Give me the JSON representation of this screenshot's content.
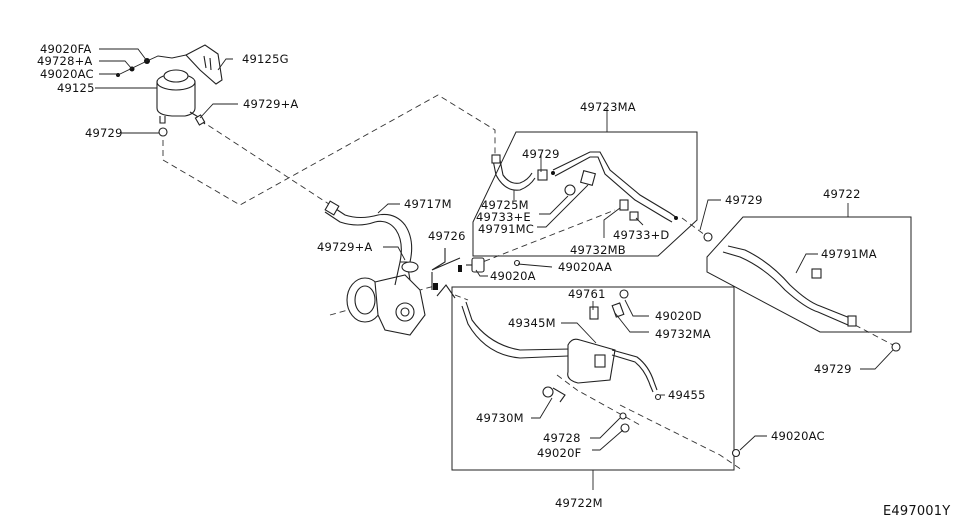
{
  "diagram": {
    "title_code": "E497001Y",
    "labels": {
      "l49020FA": "49020FA",
      "l49728A": "49728+A",
      "l49020AC_top": "49020AC",
      "l49125": "49125",
      "l49125G": "49125G",
      "l49729A_top": "49729+A",
      "l49729_res": "49729",
      "l49717M": "49717M",
      "l49729A_pump": "49729+A",
      "l49726": "49726",
      "l49020A": "49020A",
      "l49723MA": "49723MA",
      "l49729_mid": "49729",
      "l49725M": "49725M",
      "l49733E": "49733+E",
      "l49791MC": "49791MC",
      "l49732MB": "49732MB",
      "l49733D": "49733+D",
      "l49020AA": "49020AA",
      "l49722": "49722",
      "l49729_right_top": "49729",
      "l49791MA": "49791MA",
      "l49729_right_bot": "49729",
      "l49761": "49761",
      "l49345M": "49345M",
      "l49020D": "49020D",
      "l49732MA": "49732MA",
      "l49455": "49455",
      "l49730M": "49730M",
      "l49728": "49728",
      "l49020F": "49020F",
      "l49722M": "49722M",
      "l49020AC_bot": "49020AC"
    }
  }
}
